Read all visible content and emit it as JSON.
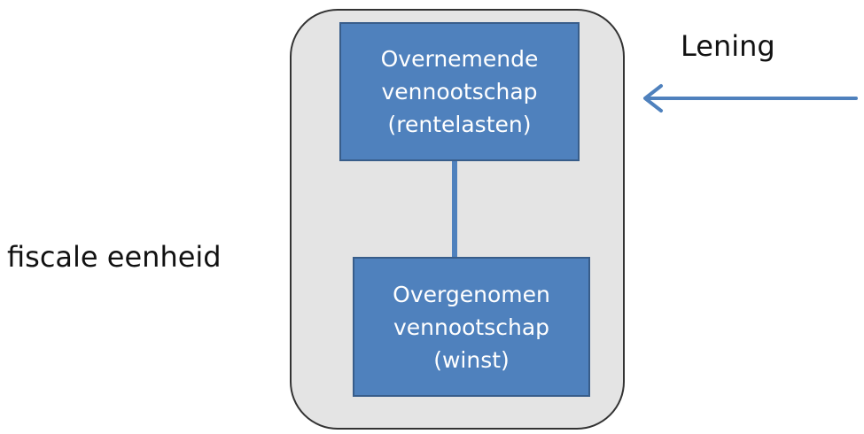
{
  "diagram": {
    "fiscal_unit_label": "fiscale eenheid",
    "loan_label": "Lening",
    "acquirer": {
      "line1": "Overnemende",
      "line2": "vennootschap",
      "line3": "(rentelasten)"
    },
    "acquired": {
      "line1": "Overgenomen",
      "line2": "vennootschap",
      "line3": "(winst)"
    },
    "colors": {
      "box_fill": "#4f81bd",
      "box_border": "#385d8a",
      "container_fill": "#e4e4e4",
      "container_border": "#333333",
      "arrow": "#4f81bd"
    }
  }
}
